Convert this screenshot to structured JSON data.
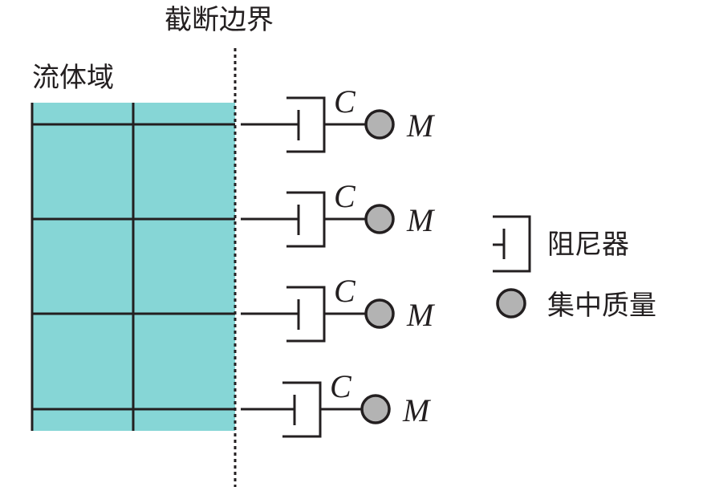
{
  "labels": {
    "boundary": "截断边界",
    "fluid_domain": "流体域",
    "damper_symbol": "C",
    "mass_symbol": "M"
  },
  "legend": {
    "damper": "阻尼器",
    "lumped_mass": "集中质量"
  },
  "colors": {
    "fluid": "#86d6d6",
    "mass": "#b3b3b3",
    "line": "#231f20"
  },
  "dashpot_count": 4
}
